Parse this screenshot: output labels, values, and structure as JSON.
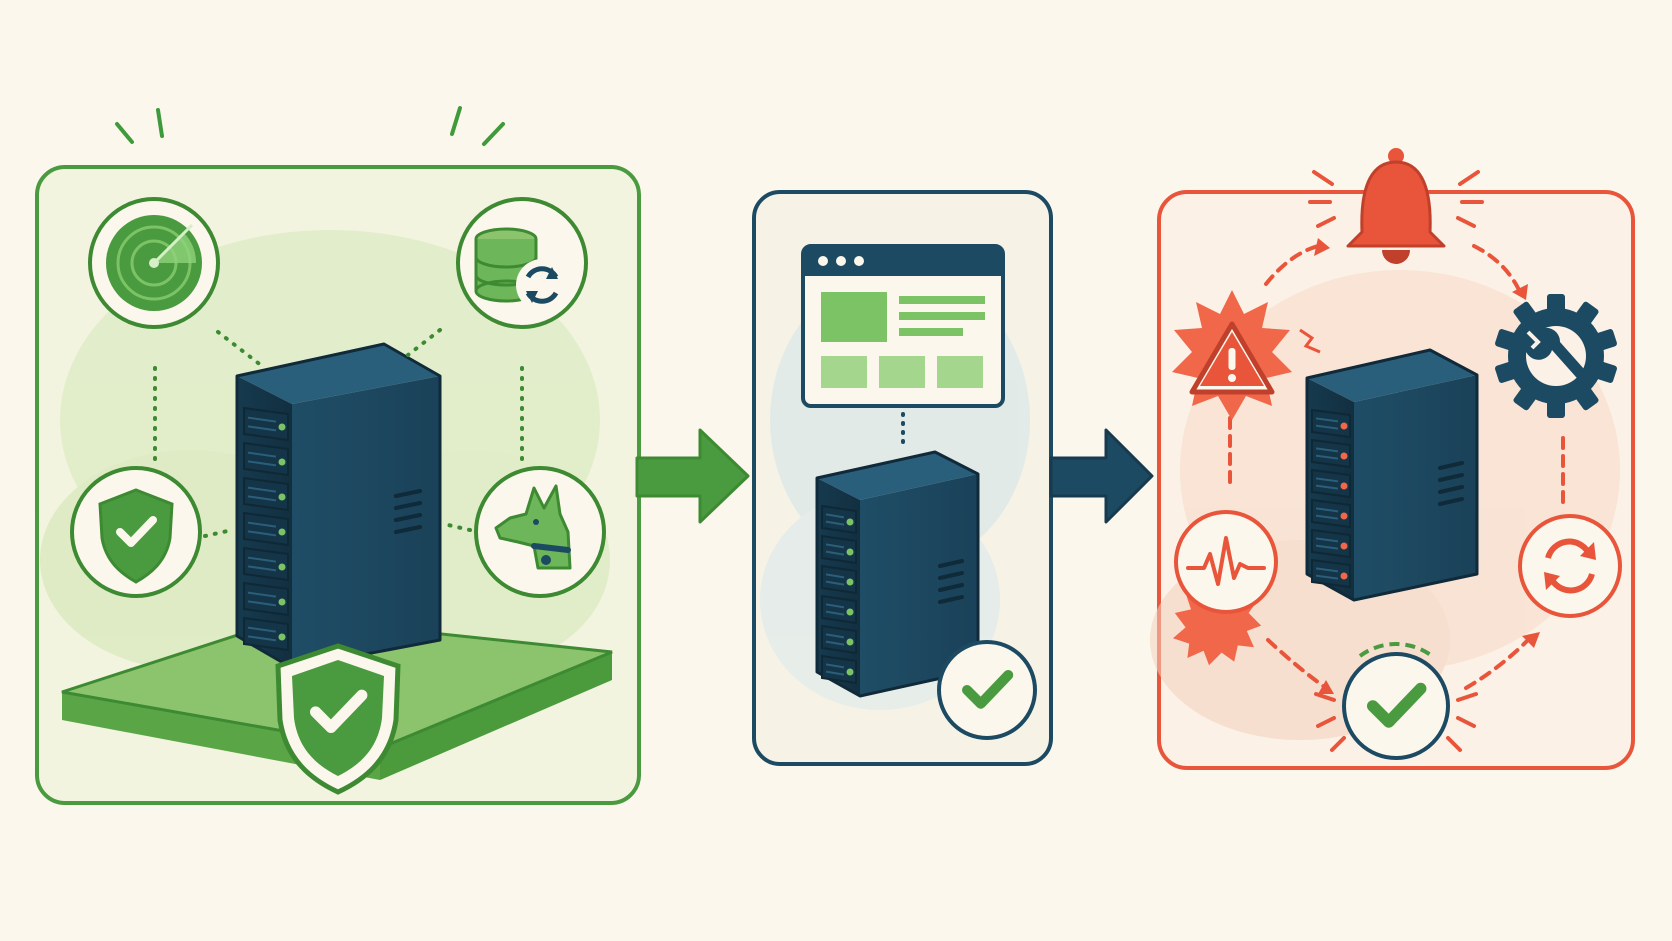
{
  "colors": {
    "background": "#fbf7ec",
    "green": "#3f9a3c",
    "green_light": "#cfe5b4",
    "green_fill": "#6db65a",
    "navy": "#1d4a63",
    "navy_dark": "#173a4f",
    "red": "#e8553a",
    "red_light": "#f7d8c6",
    "teal": "#1f5a74"
  },
  "panels": [
    {
      "id": "protected",
      "border_color": "#4a9a3f",
      "icons": [
        "radar-icon",
        "database-sync-icon",
        "shield-check-icon",
        "watchdog-icon",
        "platform-shield-icon"
      ]
    },
    {
      "id": "verified",
      "border_color": "#1d4a63",
      "icons": [
        "browser-window-icon",
        "check-badge-icon"
      ]
    },
    {
      "id": "incident",
      "border_color": "#e8553a",
      "icons": [
        "alarm-bell-icon",
        "warning-burst-icon",
        "gear-wrench-icon",
        "pulse-alert-icon",
        "sync-arrows-icon",
        "recovered-check-icon"
      ]
    }
  ],
  "arrows": [
    {
      "from": "protected",
      "to": "verified",
      "color": "#4a9a3f"
    },
    {
      "from": "verified",
      "to": "incident",
      "color": "#1d4a63"
    }
  ]
}
